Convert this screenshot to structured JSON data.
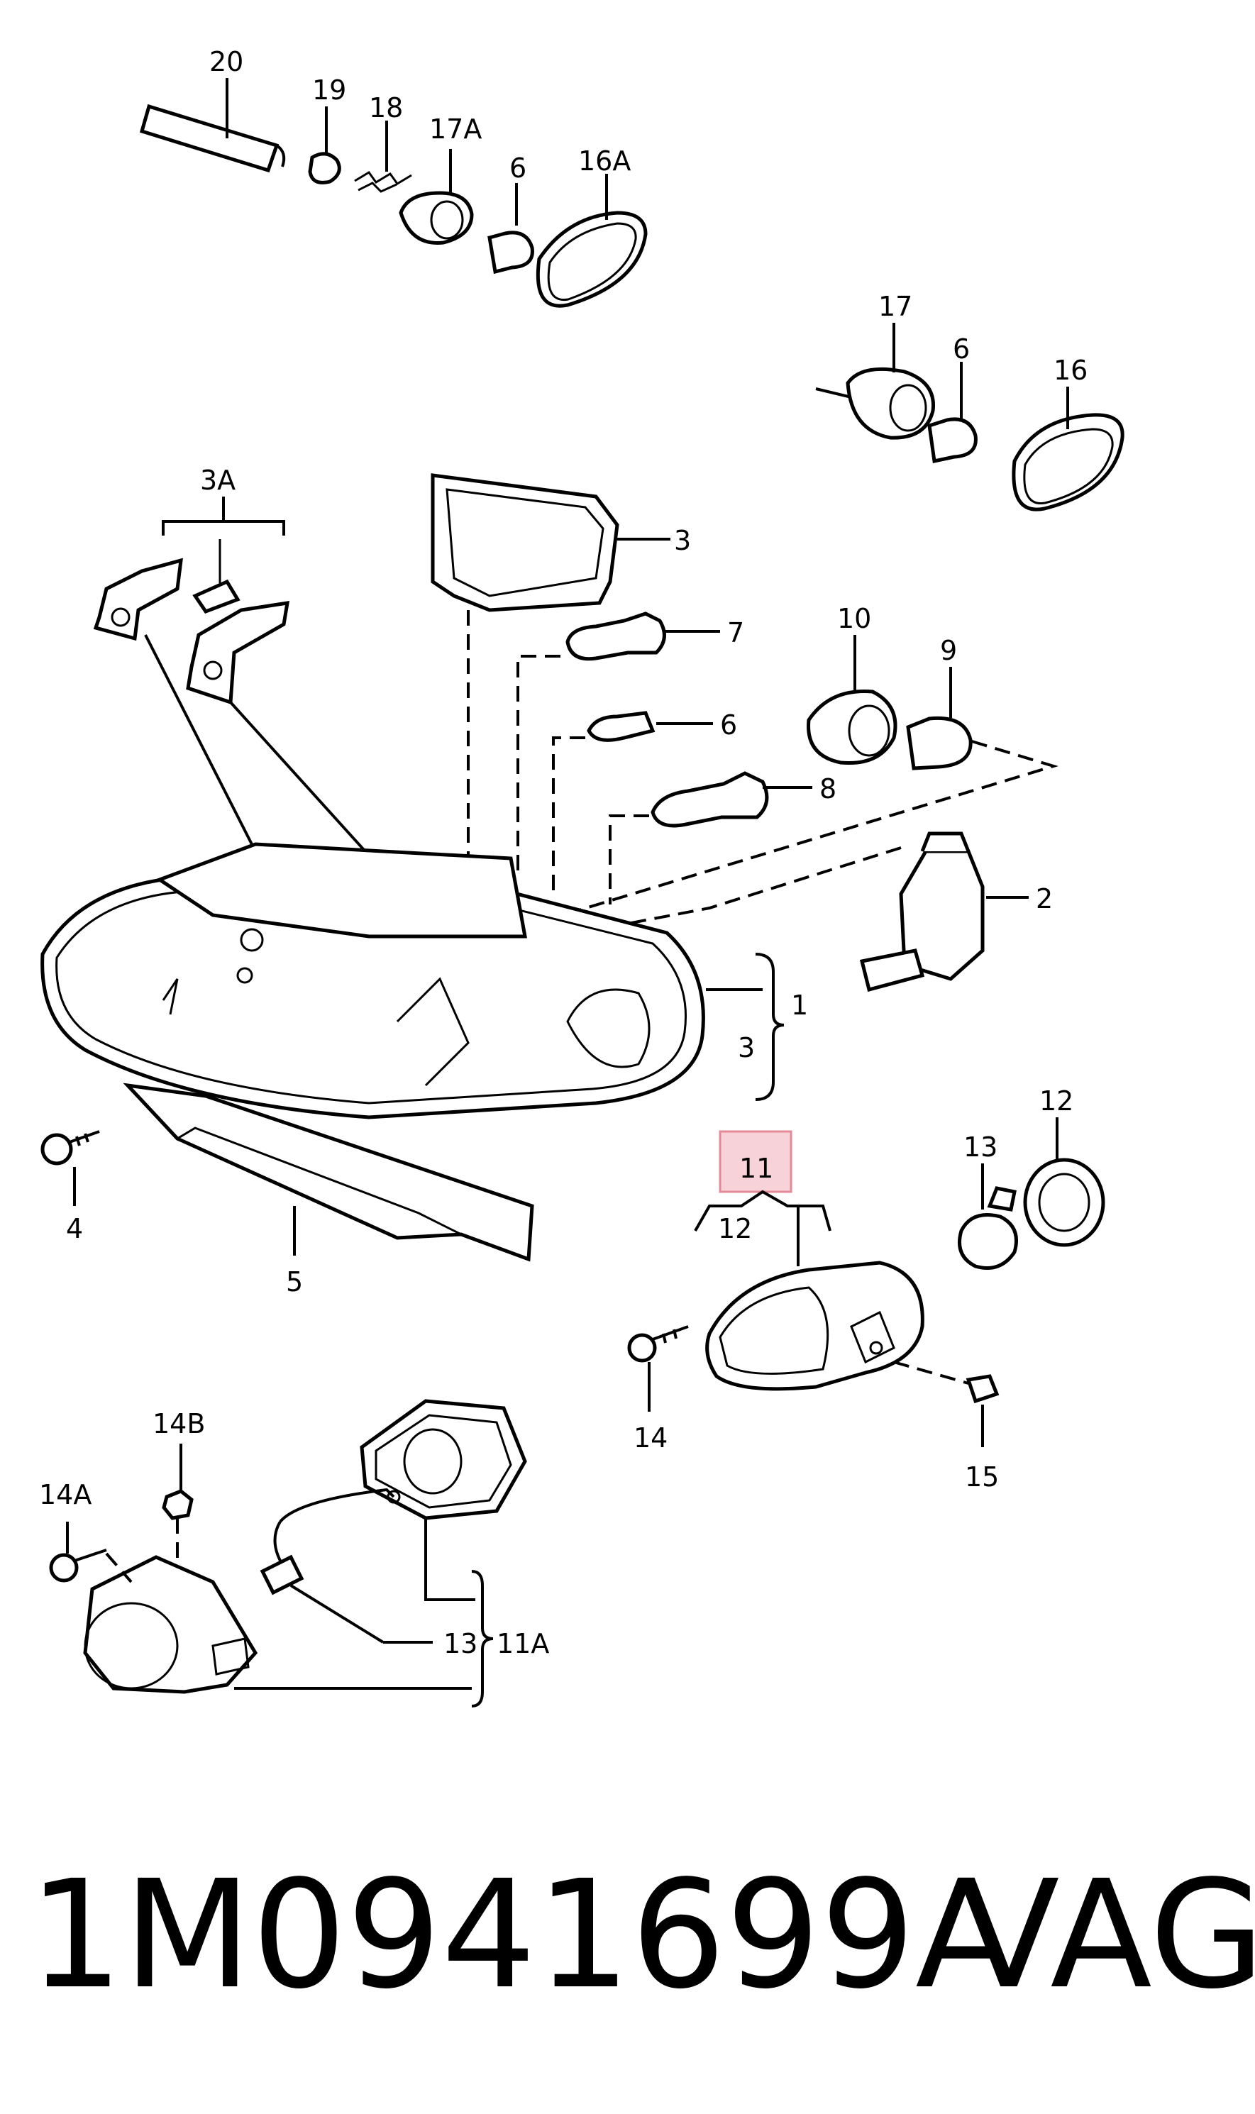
{
  "callouts": {
    "c20": "20",
    "c19": "19",
    "c18": "18",
    "c17a": "17A",
    "c6a": "6",
    "c16a": "16A",
    "c17": "17",
    "c6b": "6",
    "c16": "16",
    "c3a": "3A",
    "c3top": "3",
    "c7": "7",
    "c10": "10",
    "c9": "9",
    "c6c": "6",
    "c8": "8",
    "c2": "2",
    "c1": "1",
    "c3b": "3",
    "c4": "4",
    "c5": "5",
    "c11": "11",
    "c12a": "12",
    "c12b": "12",
    "c13a": "13",
    "c14": "14",
    "c15": "15",
    "c14b": "14B",
    "c14a": "14A",
    "c13b": "13",
    "c11a": "11A"
  },
  "highlight": {
    "color": "#f7d2d8",
    "border": "#e48a98"
  },
  "footer": {
    "part_number": "1M0941699A",
    "brand": "VAG"
  }
}
